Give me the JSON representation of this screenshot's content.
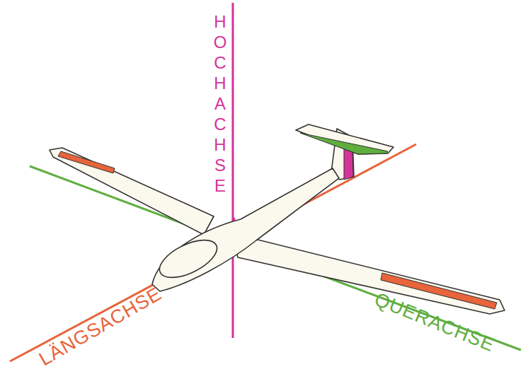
{
  "diagram": {
    "labels": [
      "HOCHACHSE",
      "LÄNGSACHSE",
      "QUERACHSE"
    ]
  }
}
